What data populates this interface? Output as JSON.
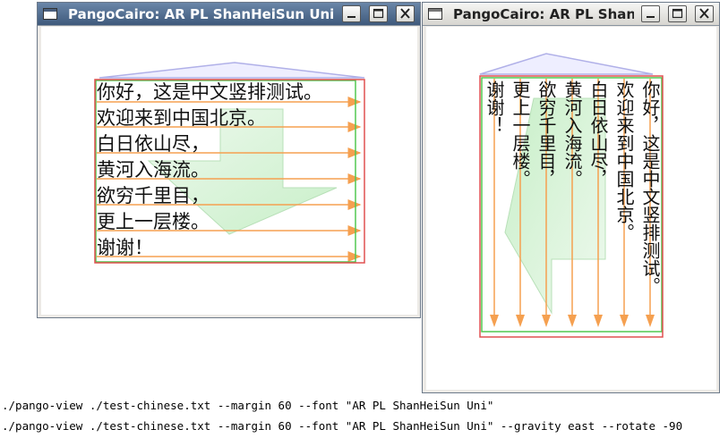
{
  "windows": [
    {
      "title": "PangoCairo: AR PL ShanHeiSun Uni",
      "lines": [
        "你好，这是中文竖排测试。",
        "欢迎来到中国北京。",
        "白日依山尽，",
        "黄河入海流。",
        "欲穷千里目，",
        "更上一层楼。",
        "谢谢！"
      ]
    },
    {
      "title": "PangoCairo: AR PL ShanHeiSun Uni",
      "columns": [
        "你好，这是中文竖排测试。",
        "欢迎来到中国北京。",
        "白日依山尽，",
        "黄河入海流。",
        "欲穷千里目，",
        "更上一层楼。",
        "谢谢！"
      ]
    }
  ],
  "commands": [
    "./pango-view ./test-chinese.txt --margin 60 --font \"AR PL ShanHeiSun Uni\"",
    "./pango-view ./test-chinese.txt --margin 60 --font \"AR PL ShanHeiSun Uni\" --gravity east --rotate -90"
  ],
  "colors": {
    "logical_rect": "#e05050",
    "ink_rect": "#50c850",
    "baseline_arrow": "#f5a050",
    "title_active": "#4a6488"
  }
}
